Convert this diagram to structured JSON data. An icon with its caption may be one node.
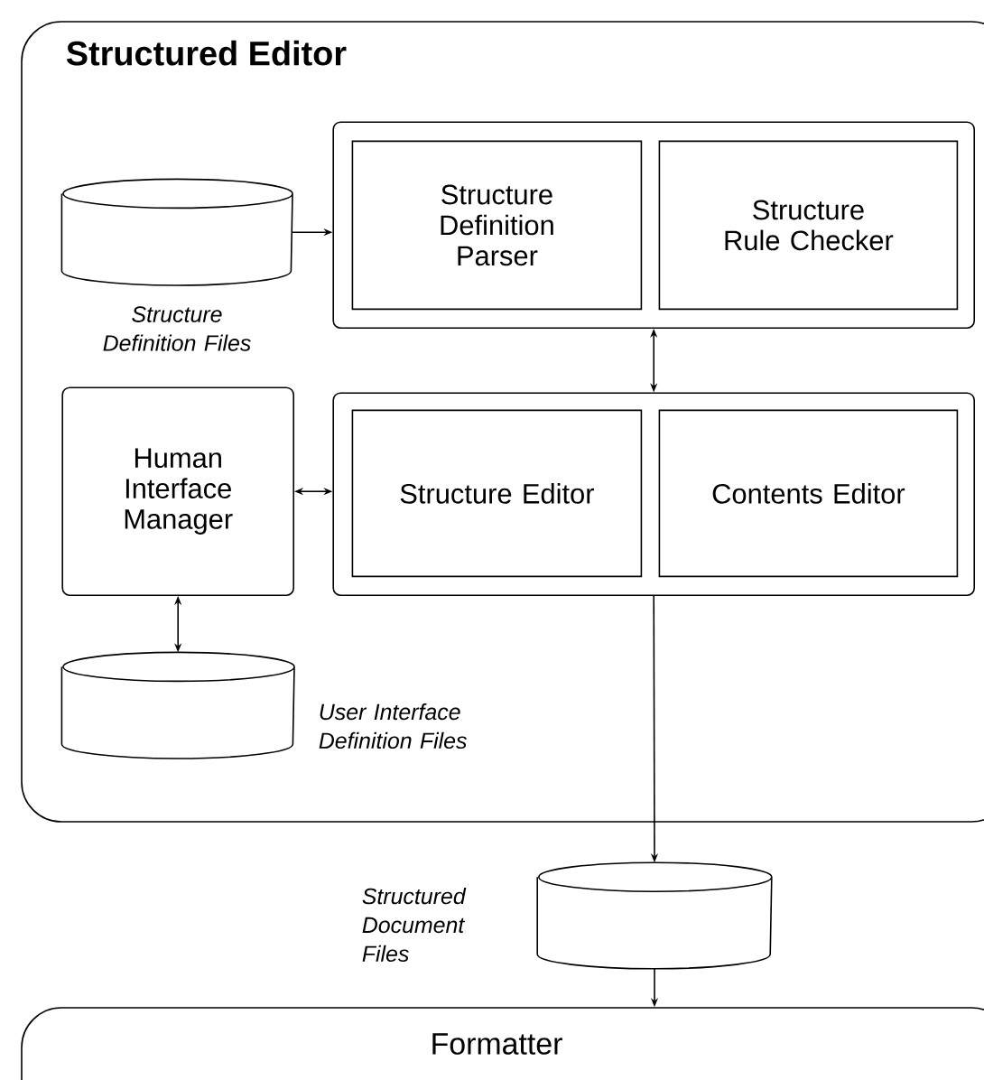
{
  "diagram": {
    "nodes": [
      {
        "text": [
          "Structured Editor"
        ]
      },
      {
        "text": [],
        "shape": "box",
        "in": 0
      },
      {
        "text": [
          "Structure Definition Parser"
        ],
        "in": 1
      },
      {
        "text": [
          "Structure Rule Checker"
        ],
        "in": 1
      },
      {
        "text": [],
        "shape": "cylinder",
        "beside": [
          "Structure Definition Files"
        ],
        "in": 0
      },
      {
        "text": [
          "Human Interface Manager"
        ],
        "in": 0
      },
      {
        "text": [],
        "shape": "box",
        "in": 0
      },
      {
        "text": [
          "Structure Editor"
        ],
        "in": 6
      },
      {
        "text": [
          "Contents Editor"
        ],
        "in": 6
      },
      {
        "text": [],
        "shape": "cylinder",
        "beside": [
          "User Interface Definition Files"
        ],
        "in": 0
      },
      {
        "text": [],
        "shape": "cylinder",
        "beside": [
          "Structured Document Files"
        ]
      },
      {
        "text": [
          "Formatter"
        ]
      }
    ],
    "edges": [
      {
        "from": 4,
        "to": 1,
        "arrow": "to"
      },
      {
        "from": 1,
        "to": 6,
        "arrow": "both"
      },
      {
        "from": 5,
        "to": 6,
        "arrow": "both"
      },
      {
        "from": 5,
        "to": 9,
        "arrow": "both"
      },
      {
        "from": 6,
        "to": 10,
        "arrow": "to"
      },
      {
        "from": 10,
        "to": 11,
        "arrow": "to"
      }
    ]
  }
}
